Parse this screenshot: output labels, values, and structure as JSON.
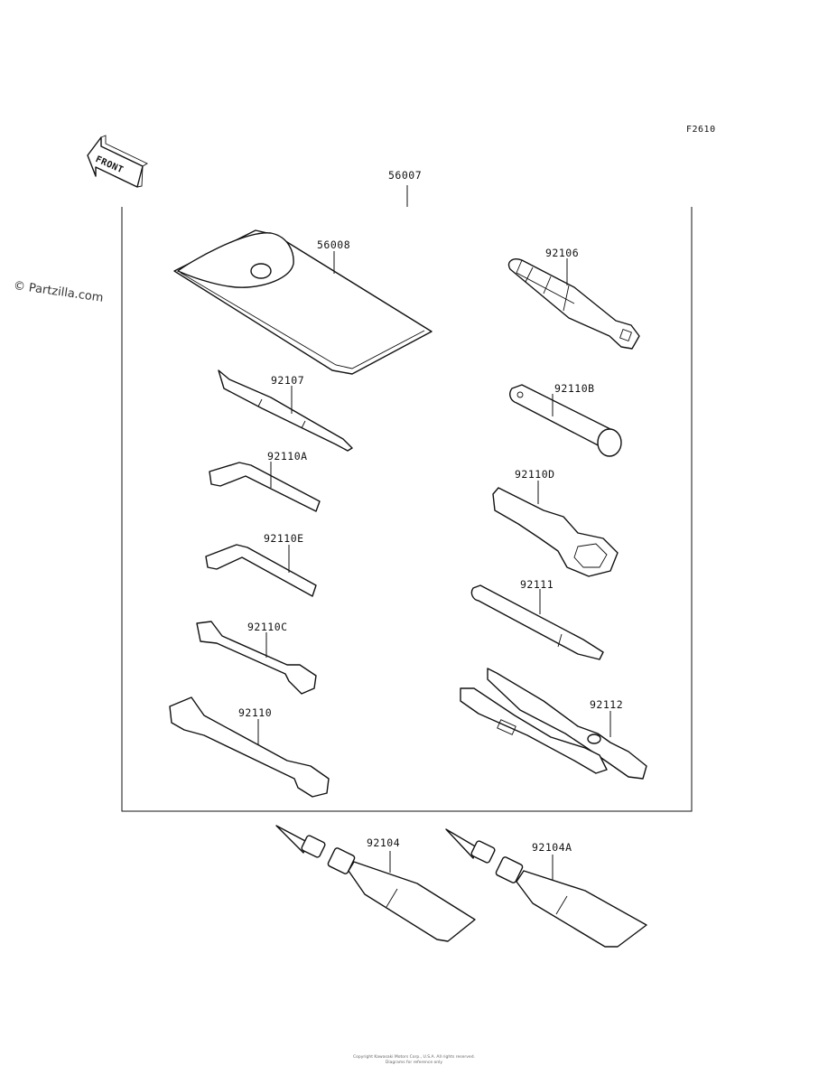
{
  "figure_code": "F2610",
  "watermark": "© Partzilla.com",
  "front_arrow": {
    "text": "FRONT"
  },
  "parts": [
    {
      "number": "56007"
    },
    {
      "number": "56008"
    },
    {
      "number": "92106"
    },
    {
      "number": "92107"
    },
    {
      "number": "92110B"
    },
    {
      "number": "92110A"
    },
    {
      "number": "92110D"
    },
    {
      "number": "92110E"
    },
    {
      "number": "92111"
    },
    {
      "number": "92110C"
    },
    {
      "number": "92112"
    },
    {
      "number": "92110"
    },
    {
      "number": "92104"
    },
    {
      "number": "92104A"
    }
  ],
  "footer": {
    "line1": "Copyright Kawasaki Motors Corp., U.S.A. All rights reserved.",
    "line2": "Diagrams for reference only"
  },
  "colors": {
    "line": "#111111",
    "background": "#ffffff"
  }
}
